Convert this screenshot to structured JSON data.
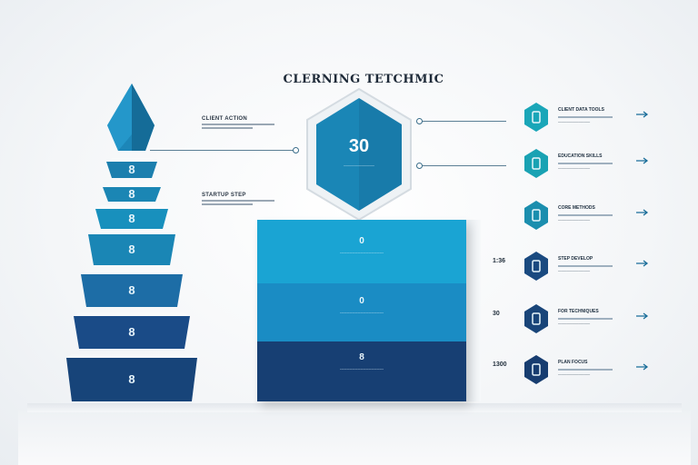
{
  "title": "CLERNING TETCHMIC",
  "badge_number": "30",
  "badge_caption": "────────────",
  "pyramid": {
    "levels": [
      {
        "glyph": "8",
        "color": "#1c7fae"
      },
      {
        "glyph": "8",
        "color": "#1b86b4"
      },
      {
        "glyph": "8",
        "color": "#1890bd"
      },
      {
        "glyph": "8",
        "color": "#1a86b5"
      },
      {
        "glyph": "8",
        "color": "#1d6da6"
      },
      {
        "glyph": "8",
        "color": "#1a4b87"
      },
      {
        "glyph": "8",
        "color": "#174479"
      }
    ],
    "top_color": "#1c86b8"
  },
  "left_notes": [
    {
      "title": "CLIENT ACTION"
    },
    {
      "title": "STARTUP STEP"
    }
  ],
  "panel": {
    "bands": [
      {
        "icon": "0",
        "text": "--------------------------------",
        "color": "#1aa4d3"
      },
      {
        "icon": "0",
        "text": "--------------------------------",
        "color": "#1a8cc4"
      },
      {
        "icon": "8",
        "text": "--------------------------------",
        "color": "#173f73"
      }
    ]
  },
  "right_list": {
    "rows": [
      {
        "num": "",
        "head": "CLIENT DATA TOOLS",
        "sub": "───────────",
        "tag": "",
        "hex_color": "#1aa6b8"
      },
      {
        "num": "",
        "head": "EDUCATION SKILLS",
        "sub": "───────────",
        "tag": "",
        "hex_color": "#19a2b3"
      },
      {
        "num": "",
        "head": "CORE METHODS",
        "sub": "───────────",
        "tag": "",
        "hex_color": "#1b8eae"
      },
      {
        "num": "1:36",
        "head": "STEP DEVELOP",
        "sub": "───────────",
        "tag": "",
        "hex_color": "#1a4a80"
      },
      {
        "num": "30",
        "head": "FOR TECHNIQUES",
        "sub": "───────────",
        "tag": "",
        "hex_color": "#194579"
      },
      {
        "num": "1300",
        "head": "PLAN FOCUS",
        "sub": "───────────",
        "tag": "",
        "hex_color": "#173d70"
      }
    ]
  }
}
